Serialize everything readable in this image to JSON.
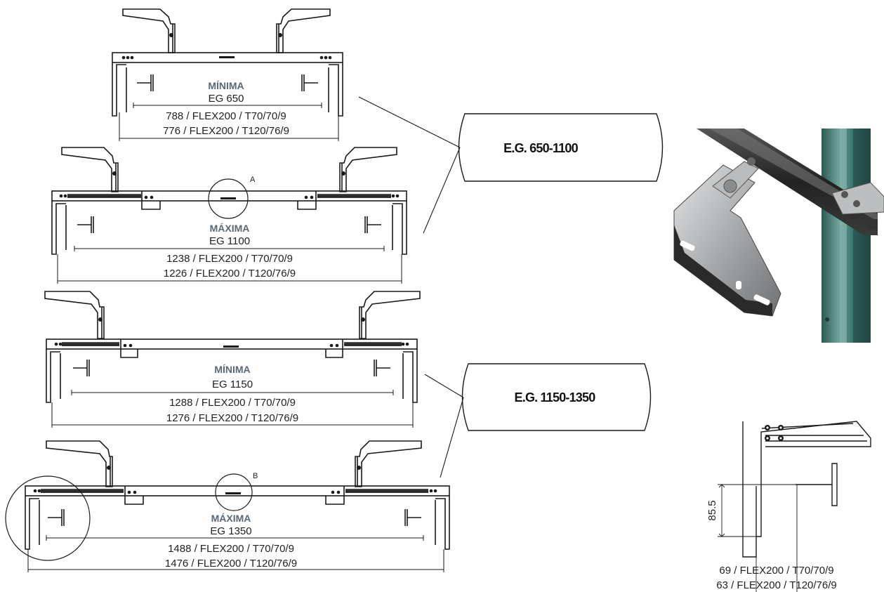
{
  "assemblies": [
    {
      "id": "a1",
      "kind": "MÍNIMA",
      "eg": "EG 650",
      "dim1": "788 / FLEX200 / T70/70/9",
      "dim2": "776 / FLEX200 / T120/76/9",
      "detail": ""
    },
    {
      "id": "a2",
      "kind": "MÁXIMA",
      "eg": "EG 1100",
      "dim1": "1238 / FLEX200 / T70/70/9",
      "dim2": "1226 / FLEX200 / T120/76/9",
      "detail": "A"
    },
    {
      "id": "a3",
      "kind": "MÍNIMA",
      "eg": "EG 1150",
      "dim1": "1288 / FLEX200 / T70/70/9",
      "dim2": "1276 / FLEX200 / T120/76/9",
      "detail": ""
    },
    {
      "id": "a4",
      "kind": "MÁXIMA",
      "eg": "EG 1350",
      "dim1": "1488 / FLEX200 / T70/70/9",
      "dim2": "1476 / FLEX200 / T120/76/9",
      "detail": "B"
    }
  ],
  "callouts": [
    {
      "text": "E.G. 650-1100"
    },
    {
      "text": "E.G. 1150-1350"
    }
  ],
  "detail_view": {
    "dimension": "85.5",
    "line1": "69 / FLEX200 / T70/70/9",
    "line2": "63 / FLEX200 / T120/76/9"
  },
  "colors": {
    "line": "#1a1a1a",
    "label_kind": "#5a6872",
    "photo_profile": "#2e5f5a",
    "photo_bracket": "#9a9c9e"
  }
}
